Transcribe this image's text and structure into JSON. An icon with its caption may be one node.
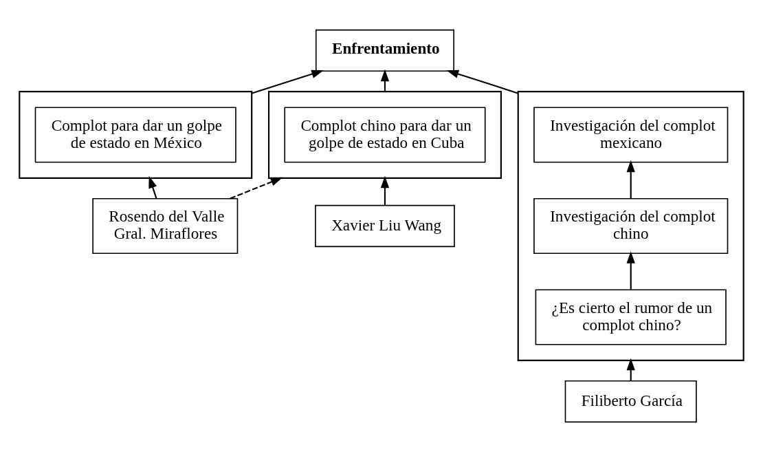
{
  "diagram": {
    "nodes": [
      {
        "text": [],
        "shape": "box"
      },
      {
        "text": [
          "Investigación del complot mexicano"
        ],
        "in": 0
      },
      {
        "text": [
          "Investigación del complot chino"
        ],
        "in": 0
      },
      {
        "text": [
          "¿Es cierto el rumor de un complot chino?"
        ],
        "in": 0
      },
      {
        "text": [
          "Filiberto García"
        ]
      },
      {
        "text": [
          "Enfrentamiento"
        ]
      },
      {
        "text": [],
        "shape": "box"
      },
      {
        "text": [
          "Complot para dar un golpe de estado en México"
        ],
        "in": 6
      },
      {
        "text": [
          "Rosendo del Valle",
          "Gral. Miraflores"
        ]
      },
      {
        "text": [],
        "shape": "box"
      },
      {
        "text": [
          "Complot chino para dar un golpe de estado en Cuba"
        ],
        "in": 9
      },
      {
        "text": [
          "Xavier Liu Wang"
        ]
      }
    ],
    "edges": [
      {
        "from": 4,
        "to": 0,
        "arrow": "to"
      },
      {
        "from": 3,
        "to": 2,
        "arrow": "to"
      },
      {
        "from": 2,
        "to": 1,
        "arrow": "to"
      },
      {
        "from": 0,
        "to": 5,
        "arrow": "to"
      },
      {
        "from": 6,
        "to": 5,
        "arrow": "to"
      },
      {
        "from": 9,
        "to": 5,
        "arrow": "to"
      },
      {
        "from": 8,
        "to": 6,
        "arrow": "to"
      },
      {
        "from": 8,
        "to": 9,
        "arrow": "to",
        "style": "dashed"
      },
      {
        "from": 11,
        "to": 9,
        "arrow": "to"
      }
    ]
  }
}
